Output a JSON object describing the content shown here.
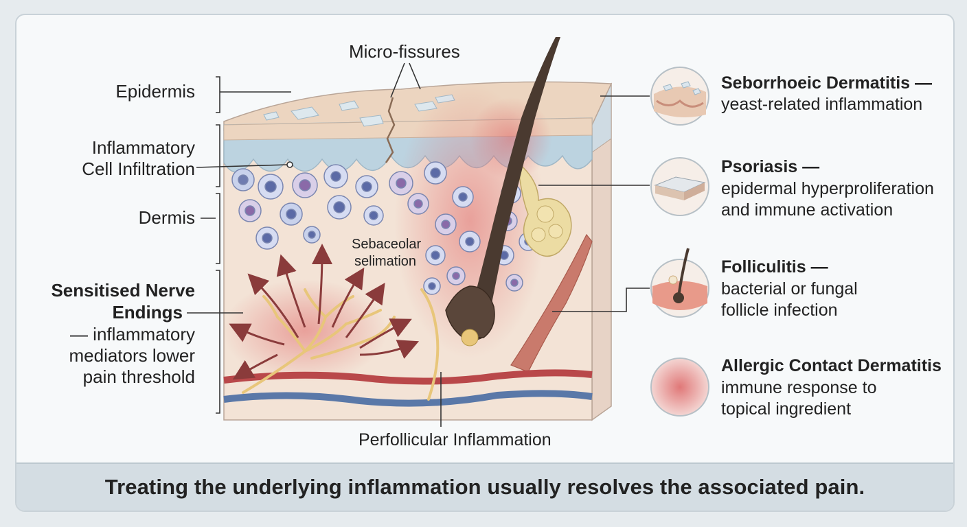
{
  "footer": {
    "text": "Treating the underlying inflammation usually resolves the associated pain."
  },
  "labels": {
    "micro_fissures": "Micro-fissures",
    "epidermis": "Epidermis",
    "inflammatory_line1": "Inflammatory",
    "inflammatory_line2": "Cell Infiltration",
    "dermis": "Dermis",
    "nerve_title_line1": "Sensitised Nerve",
    "nerve_title_line2": "Endings",
    "nerve_desc_line1": "— inflammatory",
    "nerve_desc_line2": "mediators lower",
    "nerve_desc_line3": "pain threshold",
    "sebaceolar_line1": "Sebaceolar",
    "sebaceolar_line2": "selimation",
    "perifollicular": "Perfollicular Inflammation"
  },
  "conditions": [
    {
      "title": "Seborrhoeic Dermatitis —",
      "desc": [
        "yeast-related inflammation"
      ],
      "icon": "flaky-skin-icon"
    },
    {
      "title": "Psoriasis —",
      "desc": [
        "epidermal hyperproliferation",
        "and immune activation"
      ],
      "icon": "plaque-skin-icon"
    },
    {
      "title": "Folliculitis —",
      "desc": [
        "bacterial or fungal",
        "follicle infection"
      ],
      "icon": "inflamed-follicle-icon"
    },
    {
      "title": "Allergic Contact Dermatitis",
      "desc": [
        "immune response to",
        "topical ingredient"
      ],
      "icon": "rash-icon"
    }
  ],
  "colors": {
    "epidermis": "#ecd5c0",
    "basal_layer": "#bcd3e0",
    "dermis": "#f3e3d6",
    "inflammation": "#e58a8a",
    "hair": "#4a3a30",
    "nerve": "#e8c67a",
    "artery": "#b9484a",
    "vein": "#5a78a8"
  }
}
